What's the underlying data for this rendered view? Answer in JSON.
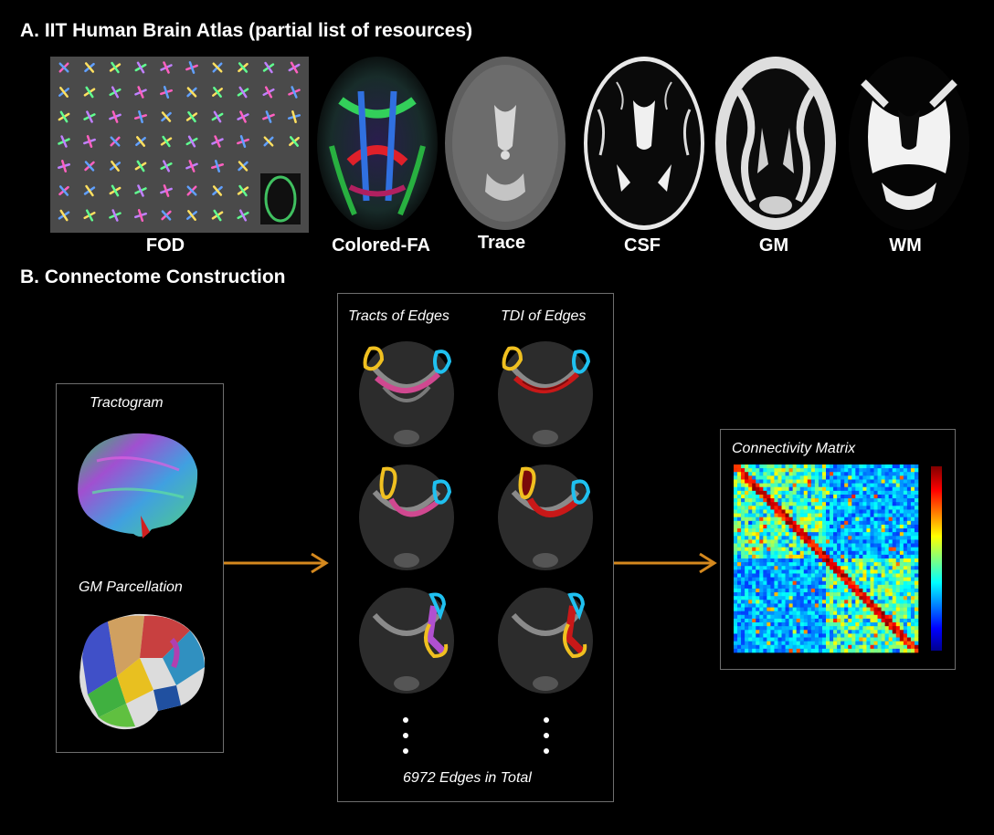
{
  "section_a": {
    "title": "A. IIT Human Brain Atlas (partial list of resources)",
    "images": [
      {
        "label": "FOD"
      },
      {
        "label": "Colored-FA"
      },
      {
        "label": "Trace"
      },
      {
        "label": "CSF"
      },
      {
        "label": "GM"
      },
      {
        "label": "WM"
      }
    ]
  },
  "section_b": {
    "title": "B. Connectome Construction",
    "left_panel": {
      "tractogram_label": "Tractogram",
      "parcellation_label": "GM Parcellation"
    },
    "middle_panel": {
      "col1_label": "Tracts of Edges",
      "col2_label": "TDI of Edges",
      "total_label": "6972 Edges in Total"
    },
    "right_panel": {
      "label": "Connectivity Matrix"
    }
  },
  "colors": {
    "arrow": "#d4881e",
    "panel_border": "#6e6e6e",
    "gold": "#f0c020",
    "cyan": "#1fc0f0",
    "magenta": "#d040a0",
    "red": "#c81818"
  }
}
